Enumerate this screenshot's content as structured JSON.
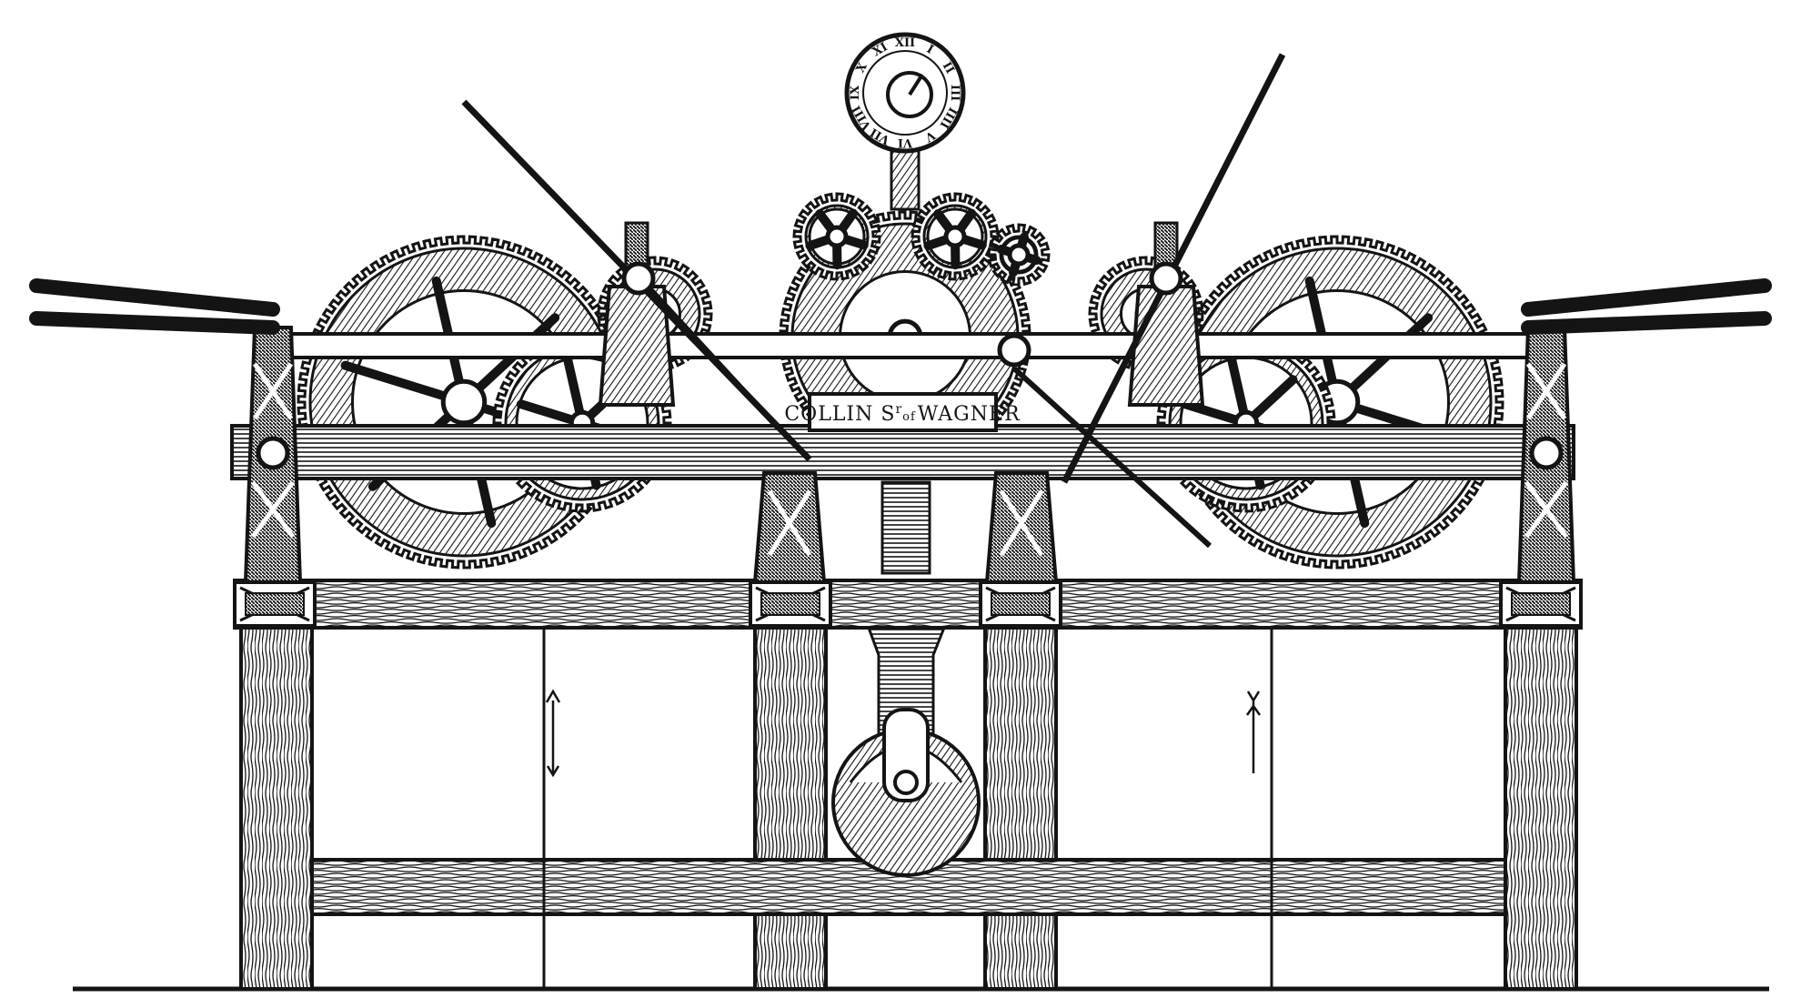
{
  "plaque": {
    "maker": "COLLIN S",
    "superscript": "r",
    "of": "of",
    "name": "WAGNER"
  },
  "dial": {
    "numerals": [
      "XII",
      "I",
      "II",
      "III",
      "IIII",
      "V",
      "VI",
      "VII",
      "VIII",
      "IX",
      "X",
      "XI"
    ]
  },
  "colors": {
    "ink": "#141414",
    "paper": "#ffffff"
  }
}
